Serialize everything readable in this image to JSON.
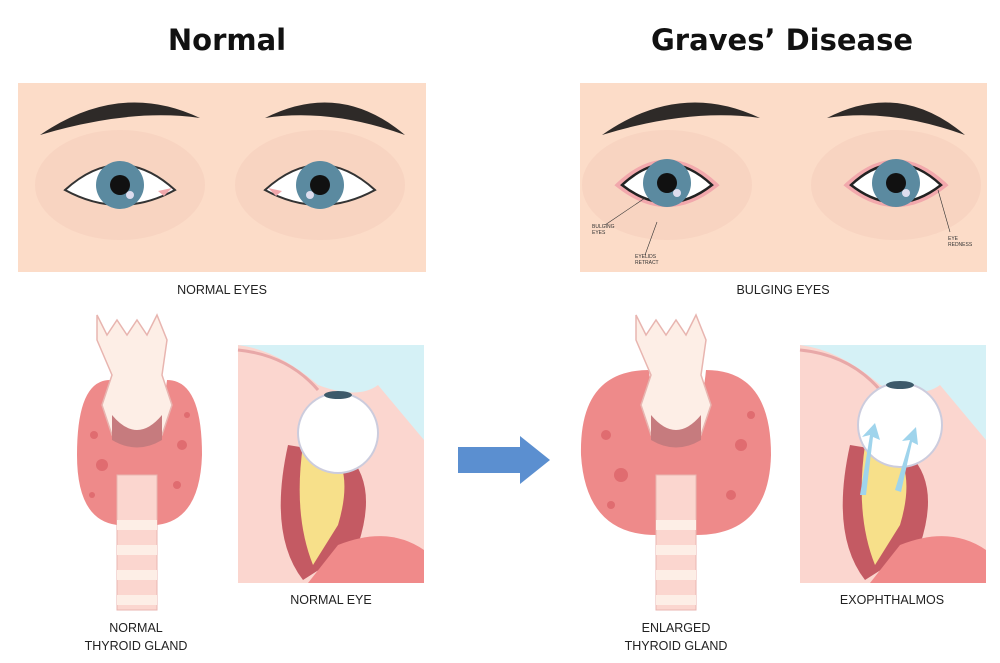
{
  "titles": {
    "normal": "Normal",
    "graves": "Graves’ Disease"
  },
  "labels": {
    "normal_eyes": "NORMAL EYES",
    "bulging_eyes": "BULGING EYES",
    "normal_eye": "NORMAL EYE",
    "exophthalmos": "EXOPHTHALMOS",
    "normal_thyroid_1": "NORMAL",
    "normal_thyroid_2": "THYROID GLAND",
    "enlarged_thyroid_1": "ENLARGED",
    "enlarged_thyroid_2": "THYROID GLAND"
  },
  "annotations": {
    "bulging_1": "BULGING",
    "bulging_2": "EYES",
    "eyelids_1": "EYELIDS",
    "eyelids_2": "RETRACT",
    "redness_1": "EYE",
    "redness_2": "REDNESS"
  },
  "colors": {
    "skin": "#fcdcc8",
    "iris": "#5b8aa0",
    "thyroid": "#ee8a8a",
    "arrow": "#5b8fd0",
    "sky": "#d5f1f6"
  }
}
